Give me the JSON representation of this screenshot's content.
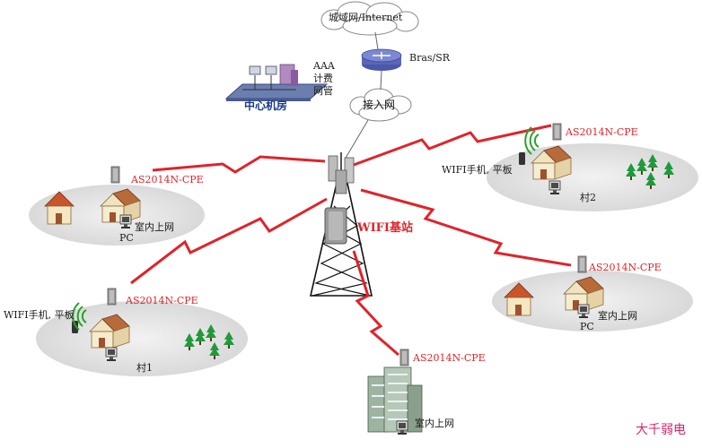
{
  "internet_cloud": "城域网/Internet",
  "router_label": "Bras/SR",
  "access_cloud": "接入网",
  "datacenter": {
    "title": "中心机房",
    "services": [
      "AAA",
      "计费",
      "网管"
    ]
  },
  "base_station": "WIFI基站",
  "cpe_label": "AS2014N-CPE",
  "sites": {
    "left_top": {
      "cpe": "AS2014N-CPE",
      "indoor": "室内上网",
      "pc": "PC"
    },
    "left_bottom": {
      "cpe": "AS2014N-CPE",
      "wifi": "WIFI手机, 平板",
      "village": "村1"
    },
    "right_top": {
      "cpe": "AS2014N-CPE",
      "wifi": "WIFI手机, 平板",
      "village": "村2"
    },
    "right_bottom": {
      "cpe": "AS2014N-CPE",
      "indoor": "室内上网",
      "pc": "PC"
    },
    "building": {
      "cpe": "AS2014N-CPE",
      "indoor": "室内上网"
    }
  },
  "watermark": "大千弱电",
  "colors": {
    "link": "#e0232a",
    "ground": "#e6e6e6",
    "roof": "#c8552c",
    "wall": "#f4e7c2"
  }
}
